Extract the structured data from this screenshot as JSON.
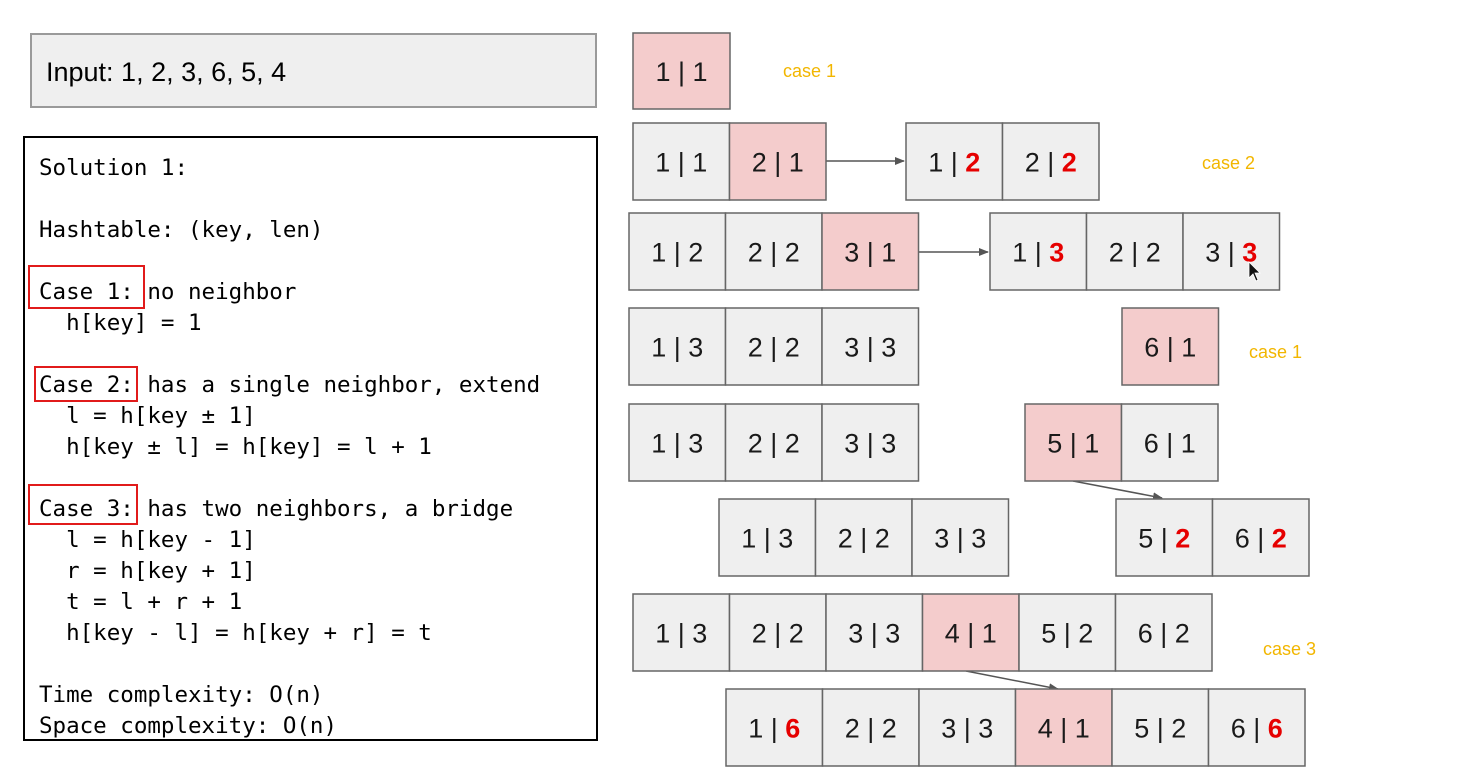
{
  "input_box": {
    "text": "Input: 1, 2, 3, 6, 5, 4"
  },
  "code_lines": [
    "Solution 1:",
    "",
    "Hashtable: (key, len)",
    "",
    "Case 1: no neighbor",
    "  h[key] = 1",
    "",
    "Case 2: has a single neighbor, extend",
    "  l = h[key ± 1]",
    "  h[key ± l] = h[key] = l + 1",
    "",
    "Case 3: has two neighbors, a bridge",
    "  l = h[key - 1]",
    "  r = h[key + 1]",
    "  t = l + r + 1",
    "  h[key - l] = h[key + r] = t",
    "",
    "Time complexity: O(n)",
    "Space complexity: O(n)"
  ],
  "colors": {
    "highlight_fill": "#f4cccc",
    "cell_fill": "#efefef",
    "cell_border": "#666666",
    "red_number": "#e60000",
    "case_label": "#f2b600",
    "red_box": "#e11b1b"
  },
  "rows": [
    {
      "cells": [
        {
          "key": "1",
          "len": "1",
          "highlight": true
        }
      ]
    },
    {
      "cells": [
        {
          "key": "1",
          "len": "1"
        },
        {
          "key": "2",
          "len": "1",
          "highlight": true
        }
      ]
    },
    {
      "cells": [
        {
          "key": "1",
          "len": "2",
          "red": true
        },
        {
          "key": "2",
          "len": "2",
          "red": true
        }
      ]
    },
    {
      "cells": [
        {
          "key": "1",
          "len": "2"
        },
        {
          "key": "2",
          "len": "2"
        },
        {
          "key": "3",
          "len": "1",
          "highlight": true
        }
      ]
    },
    {
      "cells": [
        {
          "key": "1",
          "len": "3",
          "red": true
        },
        {
          "key": "2",
          "len": "2"
        },
        {
          "key": "3",
          "len": "3",
          "red": true
        }
      ]
    },
    {
      "cells": [
        {
          "key": "1",
          "len": "3"
        },
        {
          "key": "2",
          "len": "2"
        },
        {
          "key": "3",
          "len": "3"
        }
      ]
    },
    {
      "cells": [
        {
          "key": "6",
          "len": "1",
          "highlight": true
        }
      ]
    },
    {
      "cells": [
        {
          "key": "1",
          "len": "3"
        },
        {
          "key": "2",
          "len": "2"
        },
        {
          "key": "3",
          "len": "3"
        }
      ]
    },
    {
      "cells": [
        {
          "key": "5",
          "len": "1",
          "highlight": true
        },
        {
          "key": "6",
          "len": "1"
        }
      ]
    },
    {
      "cells": [
        {
          "key": "1",
          "len": "3"
        },
        {
          "key": "2",
          "len": "2"
        },
        {
          "key": "3",
          "len": "3"
        }
      ]
    },
    {
      "cells": [
        {
          "key": "5",
          "len": "2",
          "red": true
        },
        {
          "key": "6",
          "len": "2",
          "red": true
        }
      ]
    },
    {
      "cells": [
        {
          "key": "1",
          "len": "3"
        },
        {
          "key": "2",
          "len": "2"
        },
        {
          "key": "3",
          "len": "3"
        },
        {
          "key": "4",
          "len": "1",
          "highlight": true
        },
        {
          "key": "5",
          "len": "2"
        },
        {
          "key": "6",
          "len": "2"
        }
      ]
    },
    {
      "cells": [
        {
          "key": "1",
          "len": "6",
          "red": true
        },
        {
          "key": "2",
          "len": "2"
        },
        {
          "key": "3",
          "len": "3"
        },
        {
          "key": "4",
          "len": "1",
          "highlight": true
        },
        {
          "key": "5",
          "len": "2"
        },
        {
          "key": "6",
          "len": "6",
          "red": true
        }
      ]
    }
  ],
  "case_labels": [
    "case 1",
    "case 2",
    "case 1",
    "case 3"
  ]
}
